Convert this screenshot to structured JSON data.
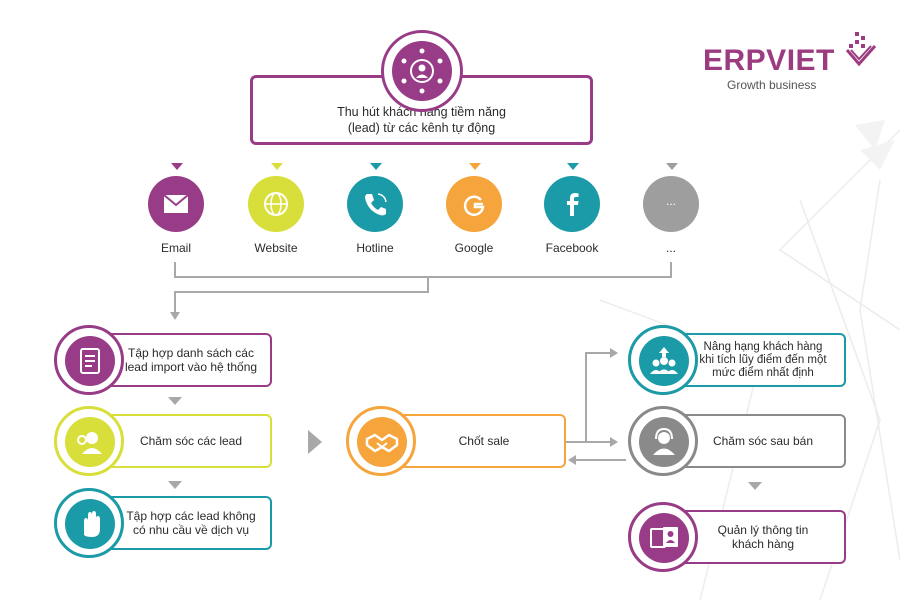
{
  "brand": {
    "name": "ERPVIET",
    "tagline": "Growth business",
    "color": "#9c3b7f"
  },
  "top": {
    "line1": "Thu hút khách hàng tiềm năng",
    "line2": "(lead) từ các kênh tự động",
    "color": "#993c87"
  },
  "channels": [
    {
      "label": "Email",
      "icon": "envelope-icon",
      "color": "#993c87",
      "marker": "#993c87"
    },
    {
      "label": "Website",
      "icon": "globe-icon",
      "color": "#d8de3a",
      "marker": "#d8de3a"
    },
    {
      "label": "Hotline",
      "icon": "phone-icon",
      "color": "#1b9aa7",
      "marker": "#1b9aa7"
    },
    {
      "label": "Google",
      "icon": "google-icon",
      "color": "#f5a53c",
      "marker": "#f5a53c"
    },
    {
      "label": "Facebook",
      "icon": "facebook-icon",
      "color": "#1b9aa7",
      "marker": "#1b9aa7"
    },
    {
      "label": "...",
      "icon": "more-icon",
      "color": "#9e9e9e",
      "marker": "#9e9e9e",
      "inner": "..."
    }
  ],
  "left_steps": [
    {
      "line1": "Tập hợp danh sách các",
      "line2": "lead import vào hệ thống",
      "color": "#993c87",
      "icon": "checklist-icon"
    },
    {
      "line1": "Chăm sóc các lead",
      "line2": "",
      "color": "#d8de3a",
      "icon": "customer-care-icon"
    },
    {
      "line1": "Tập hợp các lead không",
      "line2": "có nhu cầu về dịch vụ",
      "color": "#1b9aa7",
      "icon": "stop-hand-icon"
    }
  ],
  "center": {
    "label": "Chốt sale",
    "color": "#f5a53c",
    "icon": "handshake-icon"
  },
  "right_steps": [
    {
      "line1": "Nâng hạng khách hàng",
      "line2": "khi tích lũy điểm đến một",
      "line3": "mức điểm nhất định",
      "color": "#1b9aa7",
      "icon": "upgrade-group-icon"
    },
    {
      "line1": "Chăm sóc sau bán",
      "line2": "",
      "line3": "",
      "color": "#8a8a8a",
      "icon": "support-agent-icon"
    },
    {
      "line1": "Quản lý thông tin",
      "line2": "khách hàng",
      "line3": "",
      "color": "#993c87",
      "icon": "profile-card-icon"
    }
  ]
}
